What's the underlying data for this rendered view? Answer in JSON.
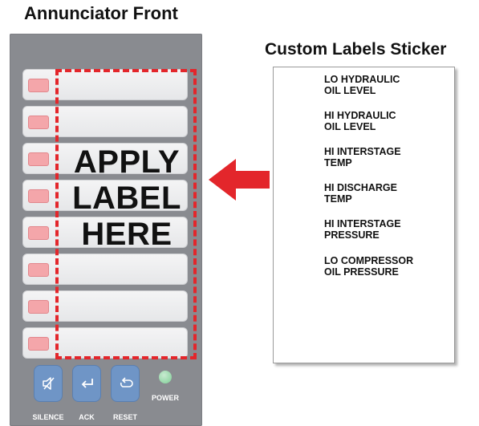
{
  "titles": {
    "annunciator": "Annunciator Front",
    "sticker": "Custom Labels Sticker"
  },
  "apply_label": {
    "line1": "APPLY",
    "line2": "LABEL",
    "line3": "HERE"
  },
  "controls": {
    "silence": "SILENCE",
    "ack": "ACK",
    "reset": "RESET",
    "power": "POWER"
  },
  "sticker_labels": [
    {
      "line1": "LO HYDRAULIC",
      "line2": "OIL LEVEL"
    },
    {
      "line1": "HI HYDRAULIC",
      "line2": "OIL LEVEL"
    },
    {
      "line1": "HI INTERSTAGE",
      "line2": "TEMP"
    },
    {
      "line1": "HI DISCHARGE",
      "line2": "TEMP"
    },
    {
      "line1": "HI INTERSTAGE",
      "line2": "PRESSURE"
    },
    {
      "line1": "LO COMPRESSOR",
      "line2": "OIL PRESSURE"
    }
  ],
  "colors": {
    "panel": "#898b90",
    "lamp": "#f4a6aa",
    "dashed_border": "#e3262b",
    "arrow": "#e3262b",
    "button": "#6f95c6",
    "power_led": "#7fcf97"
  },
  "icons": {
    "silence": "speaker-muted-icon",
    "ack": "return-arrow-icon",
    "reset": "loop-arrow-icon"
  }
}
